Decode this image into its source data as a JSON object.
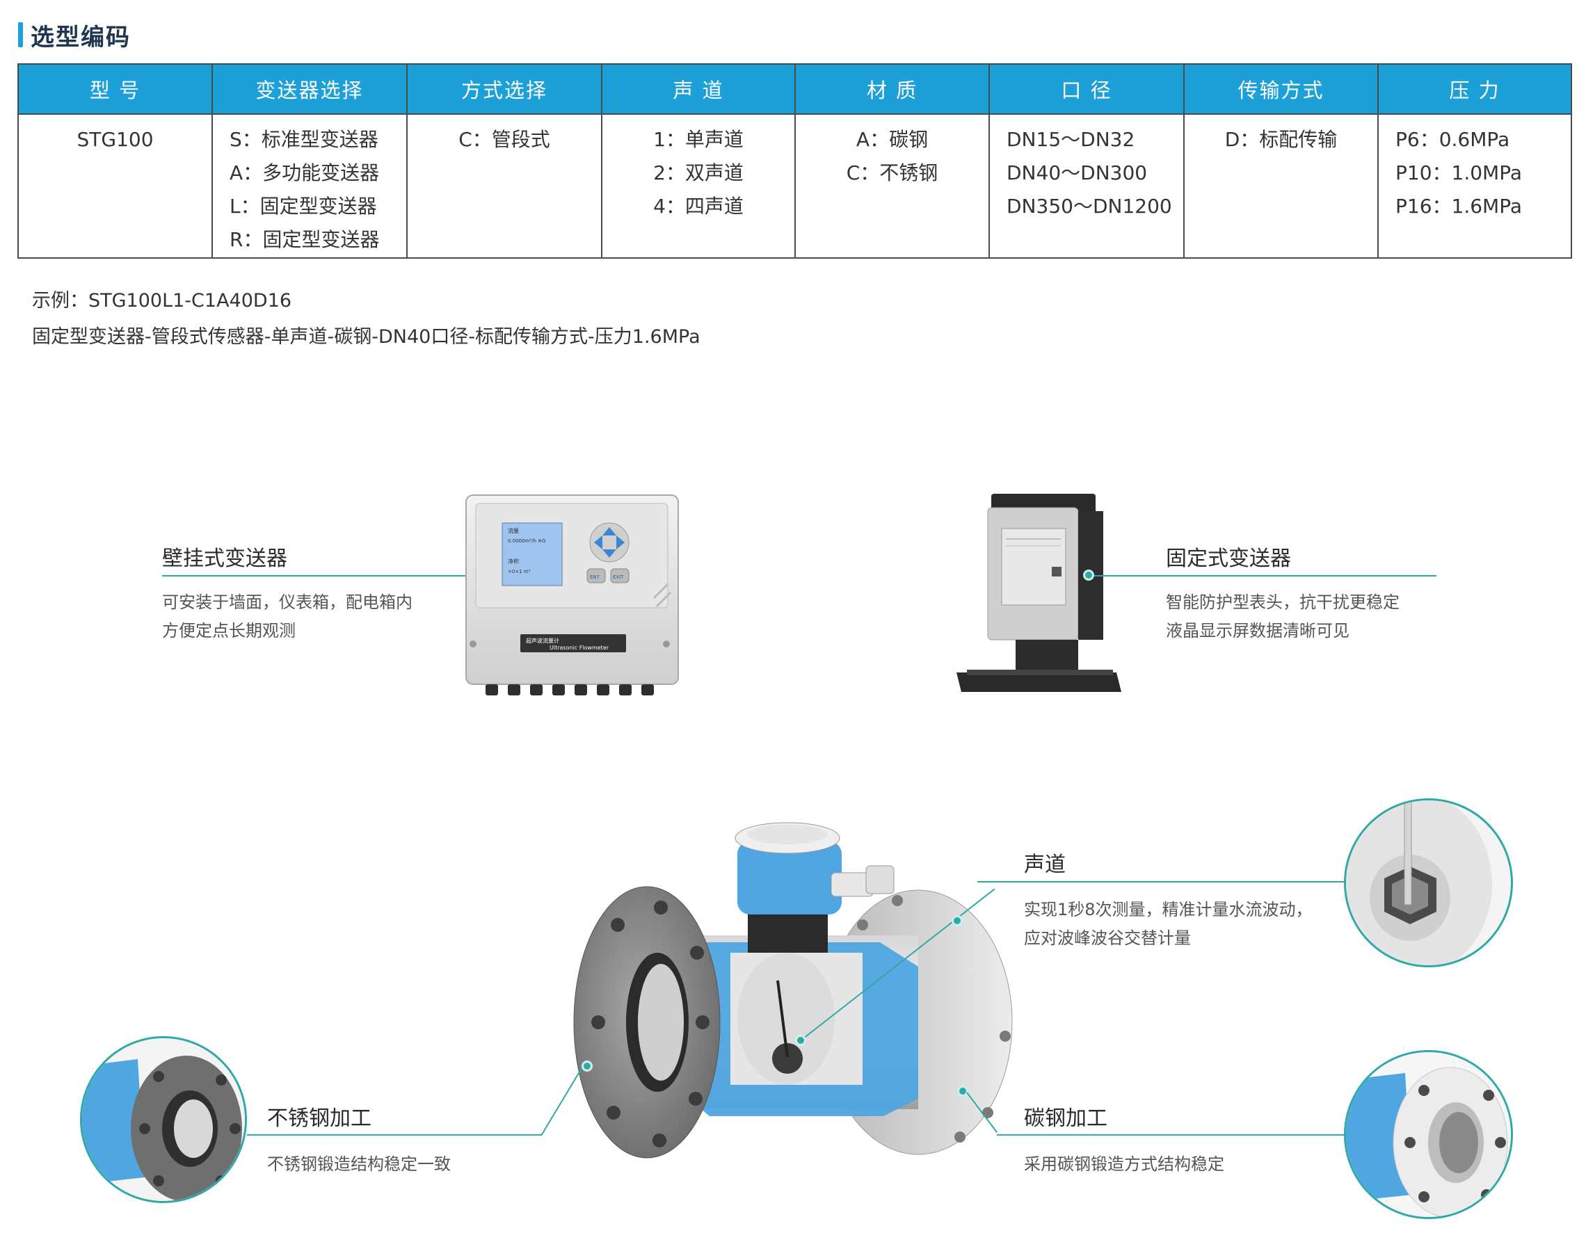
{
  "section": {
    "title": "选型编码"
  },
  "table": {
    "headers": [
      "型 号",
      "变送器选择",
      "方式选择",
      "声 道",
      "材 质",
      "口 径",
      "传输方式",
      "压 力"
    ],
    "columns": [
      [
        "STG100"
      ],
      [
        "S：标准型变送器",
        "A：多功能变送器",
        "L：固定型变送器",
        "R：固定型变送器"
      ],
      [
        "C：管段式"
      ],
      [
        "1：单声道",
        "2：双声道",
        "4：四声道"
      ],
      [
        "A：碳钢",
        "C：不锈钢"
      ],
      [
        "DN15～DN32",
        "DN40～DN300",
        "DN350～DN1200"
      ],
      [
        "D：标配传输"
      ],
      [
        "P6：0.6MPa",
        "P10：1.0MPa",
        "P16：1.6MPa"
      ]
    ]
  },
  "example": {
    "code_line": "示例：STG100L1-C1A40D16",
    "desc_line": "固定型变送器-管段式传感器-单声道-碳钢-DN40口径-标配传输方式-压力1.6MPa"
  },
  "wall_mount": {
    "title": "壁挂式变送器",
    "desc": [
      "可安装于墙面，仪表箱，配电箱内",
      "方便定点长期观测"
    ],
    "screen_lines": [
      "流量",
      "0.0000m³/h  ※G",
      "净积",
      "+0×1 m³"
    ],
    "key_labels": [
      "ENT",
      "EXIT"
    ],
    "nameplate": [
      "超声波流量计",
      "Ultrasonic Flowmeter"
    ]
  },
  "fixed_mount": {
    "title": "固定式变送器",
    "desc": [
      "智能防护型表头，抗干扰更稳定",
      "液晶显示屏数据清晰可见"
    ]
  },
  "channel": {
    "title": "声道",
    "desc": [
      "实现1秒8次测量，精准计量水流波动，",
      "应对波峰波谷交替计量"
    ]
  },
  "stainless": {
    "title": "不锈钢加工",
    "desc": [
      "不锈钢锻造结构稳定一致"
    ]
  },
  "carbon": {
    "title": "碳钢加工",
    "desc": [
      "采用碳钢锻造方式结构稳定"
    ]
  },
  "colors": {
    "accent_blue": "#1d9fd8",
    "line_teal": "#2ea9a6",
    "housing_blue": "#4fa6e0"
  },
  "icons": [
    "wall-mount-transmitter-image",
    "fixed-transmitter-image",
    "ultrasonic-flowmeter-image",
    "transducer-zoom-image",
    "stainless-flange-zoom-image",
    "carbon-flange-zoom-image"
  ]
}
